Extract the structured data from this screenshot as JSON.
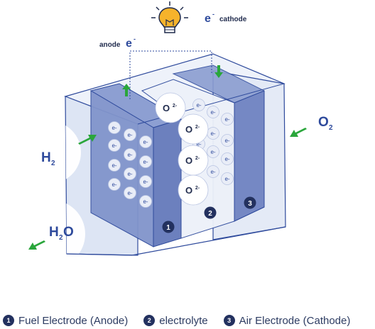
{
  "labels": {
    "anode_text": "anode",
    "cathode_text": "cathode",
    "electron_symbol": "e",
    "electron_sup": "-",
    "h2_main": "H",
    "h2_sub": "2",
    "h2o_main": "H",
    "h2o_sub": "2",
    "h2o_tail": "O",
    "o2_main": "O",
    "o2_sub": "2",
    "oxide_main": "O",
    "oxide_sup": "2-",
    "electron_particle": "e-"
  },
  "markers": [
    "1",
    "2",
    "3"
  ],
  "legend": [
    {
      "num": "1",
      "label": "Fuel Electrode (Anode)"
    },
    {
      "num": "2",
      "label": "electrolyte"
    },
    {
      "num": "3",
      "label": "Air Electrode (Cathode)"
    }
  ],
  "colors": {
    "frame_stroke": "#2e4a9c",
    "anode_fill": "#7f92c7",
    "cathode_fill": "#7f92c7",
    "electrolyte_fill": "#e8ecf6",
    "outer_fill": "#dfe6f4",
    "arrow_green": "#2aa63b",
    "text_navy": "#23315f",
    "bulb_yellow": "#f6b32b"
  }
}
